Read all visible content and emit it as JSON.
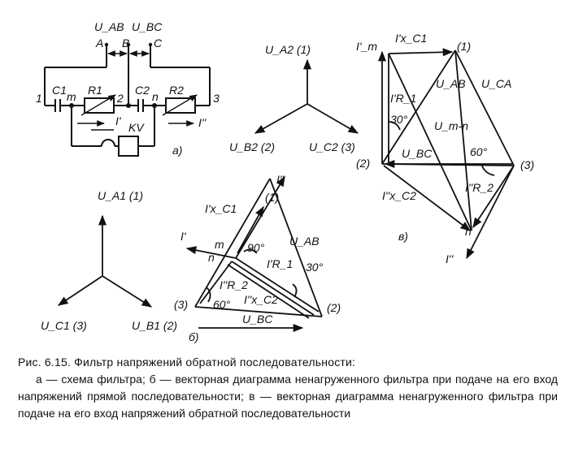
{
  "figure": {
    "circuit": {
      "terminals": {
        "a": "A",
        "b": "B",
        "c": "C"
      },
      "voltages": {
        "ab": "U_AB",
        "bc": "U_BC"
      },
      "components": {
        "c1": "C1",
        "r1": "R1",
        "c2": "C2",
        "r2": "R2",
        "kv": "KV"
      },
      "nodes": {
        "n1": "1",
        "m": "m",
        "n2": "2",
        "n": "n",
        "n3": "3"
      },
      "currents": {
        "i1": "I'",
        "i2": "I''"
      },
      "panel_label": "а)"
    },
    "star_2": {
      "a": "U_A2 (1)",
      "b": "U_B2 (2)",
      "c": "U_C2 (3)"
    },
    "star_1": {
      "a": "U_A1 (1)",
      "b": "U_B1 (2)",
      "c": "U_C1 (3)"
    },
    "diagram_b": {
      "panel_label": "б)",
      "labels": {
        "i2": "I''",
        "i1": "I'",
        "ixc1": "I'x_C1",
        "p1": "(1)",
        "m": "m",
        "n": "n",
        "a90": "90°",
        "uab": "U_AB",
        "ir1": "I'R_1",
        "a30": "30°",
        "ir2": "I''R_2",
        "ixc2": "I''x_C2",
        "a60": "60°",
        "p3": "(3)",
        "p2": "(2)",
        "ubc": "U_BC"
      }
    },
    "diagram_c": {
      "panel_label": "в)",
      "labels": {
        "im": "I'_m",
        "ixc1": "I'x_C1",
        "p1": "(1)",
        "ir1": "I'R_1",
        "uab": "U_AB",
        "uca": "U_CA",
        "a30": "30°",
        "umn": "U_m-n",
        "a60": "60°",
        "p2": "(2)",
        "ubc": "U_BC",
        "p3": "(3)",
        "ixc2": "I''x_C2",
        "ir2": "I''R_2",
        "n": "n",
        "i2": "I''"
      }
    }
  },
  "caption": {
    "title": "Рис. 6.15. Фильтр напряжений обратной последовательности:",
    "body": "а — схема фильтра; б — векторная диаграмма ненагруженного фильтра при подаче на его вход напряжений прямой последовательности; в — векторная диаграмма ненагруженного фильтра при подаче на его вход напряжений обратной последовательности"
  }
}
